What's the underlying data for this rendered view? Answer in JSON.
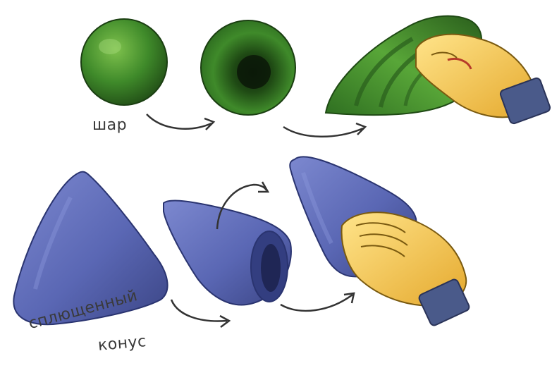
{
  "labels": {
    "ball": "шар",
    "cone_line_1": "сплющенный",
    "cone_line_2": "конус"
  },
  "colors": {
    "clay_green": "#3f8a2a",
    "clay_blue": "#5a67b4",
    "hand_skin": "#f2c94c",
    "cuff": "#4a5a8a"
  },
  "icons": {
    "ball": "green-clay-ball",
    "cup": "green-clay-cup",
    "leaf": "green-clay-shaped",
    "flat_cone": "blue-flattened-cone",
    "open_cone": "blue-opened-cone",
    "shaped_cone": "blue-shaped-cone",
    "hand": "pinching-hand"
  }
}
